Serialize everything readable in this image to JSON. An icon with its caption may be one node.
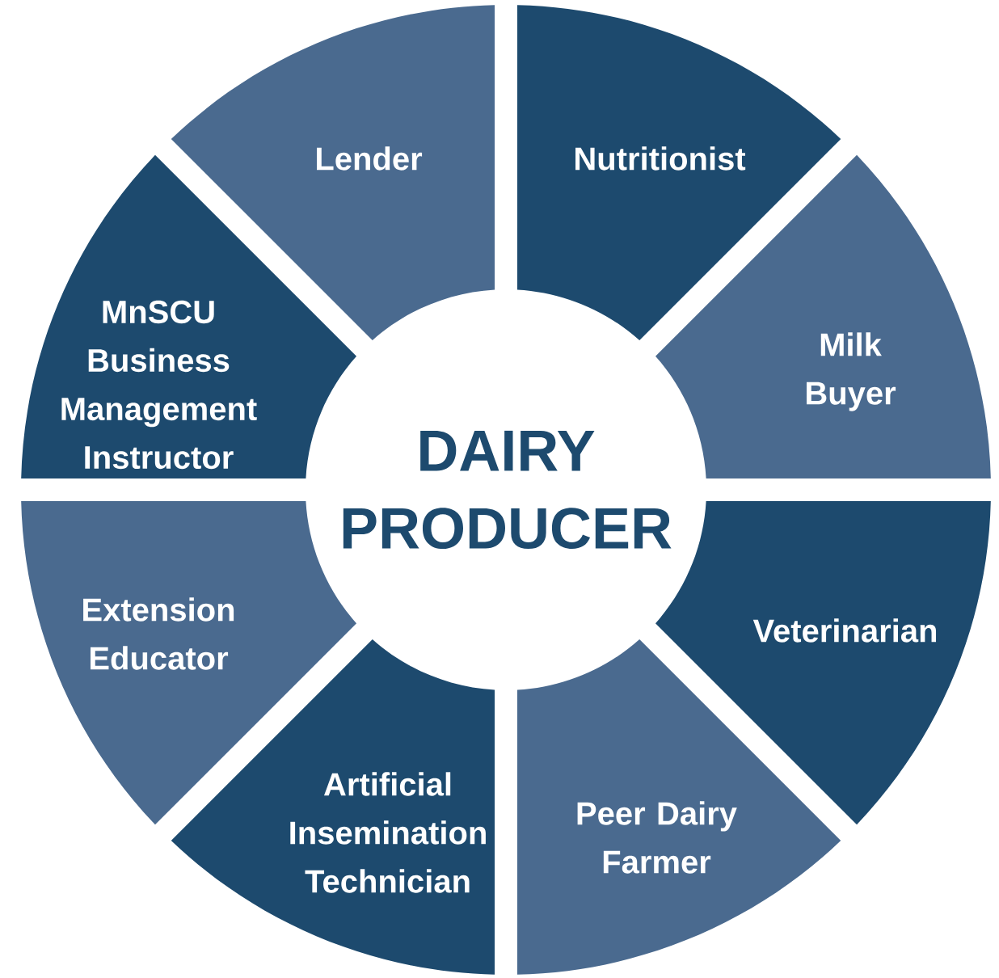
{
  "diagram": {
    "nodes": [
      {
        "text": [
          "DAIRY PRODUCER"
        ]
      },
      {
        "text": [
          "Lender"
        ]
      },
      {
        "text": [
          "Nutritionist"
        ]
      },
      {
        "text": [
          "MnSCU Business Management Instructor"
        ]
      },
      {
        "text": [
          "Milk Buyer"
        ]
      },
      {
        "text": [
          "Extension Educator"
        ]
      },
      {
        "text": [
          "Veterinarian"
        ]
      },
      {
        "text": [
          "Artificial Insemination Technician"
        ]
      },
      {
        "text": [
          "Peer Dairy Farmer"
        ]
      }
    ]
  }
}
